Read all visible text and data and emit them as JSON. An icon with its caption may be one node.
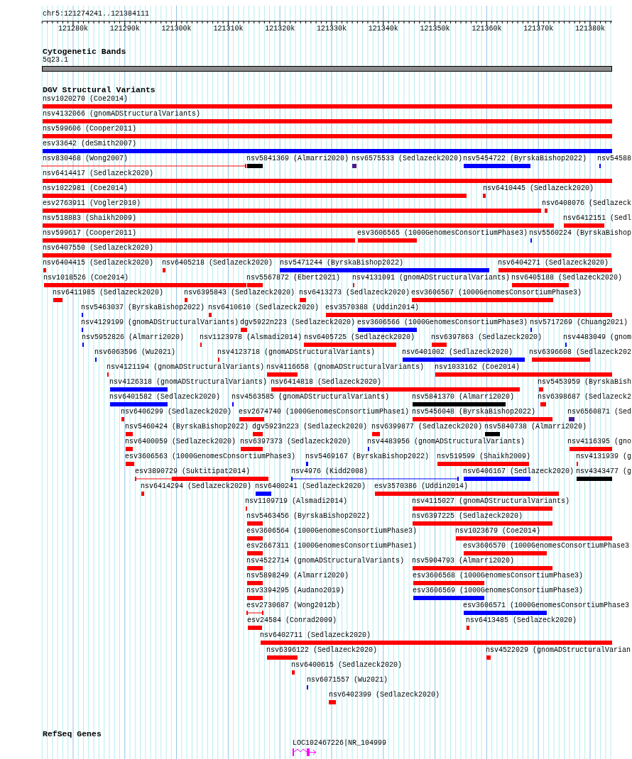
{
  "diagram": {
    "nodes": [
      {
        "text": [
          "5q23.1"
        ]
      },
      {
        "text": [
          "nsv1020270 (Coe2014)"
        ]
      },
      {
        "text": [
          "nsv4132066 (gnomADStructuralVariants)"
        ]
      },
      {
        "text": [
          "nsv599606 (Cooper2011)"
        ]
      },
      {
        "text": [
          "esv33642 (deSmith2007)"
        ]
      },
      {
        "text": [
          "nsv830468 (Wong2007)"
        ]
      },
      {
        "text": [
          "nsv5841369 (Almarri2020)"
        ]
      },
      {
        "text": [
          "nsv6575533 (Sedlazeck2020)"
        ]
      },
      {
        "text": [
          "nsv5454722 (ByrskaBishop2022)"
        ]
      },
      {
        "text": [
          "nsv54588"
        ]
      },
      {
        "text": [
          "nsv6414417 (Sedlazeck2020)"
        ]
      },
      {
        "text": [
          "nsv1022981 (Coe2014)"
        ]
      },
      {
        "text": [
          "nsv6410445 (Sedlazeck2020)"
        ]
      },
      {
        "text": [
          "esv2763911 (Vogler2010)"
        ]
      },
      {
        "text": [
          "nsv6408076 (Sedlazeck"
        ]
      },
      {
        "text": [
          "nsv518883 (Shaikh2009)"
        ]
      },
      {
        "text": [
          "nsv6412151 (Sedl"
        ]
      },
      {
        "text": [
          "nsv599617 (Cooper2011)"
        ]
      },
      {
        "text": [
          "esv3606565 (1000GenomesConsortiumPhase3)"
        ]
      },
      {
        "text": [
          "nsv5560224 (ByrskaBishop"
        ]
      },
      {
        "text": [
          "nsv6407550 (Sedlazeck2020)"
        ]
      },
      {
        "text": [
          "nsv6404415 (Sedlazeck2020)"
        ]
      },
      {
        "text": [
          "nsv6405218 (Sedlazeck2020)"
        ]
      },
      {
        "text": [
          "nsv5471244 (ByrskaBishop2022)"
        ]
      },
      {
        "text": [
          "nsv6404271 (Sedlazeck2020)"
        ]
      },
      {
        "text": [
          "nsv1018526 (Coe2014)"
        ]
      },
      {
        "text": [
          "nsv5567872 (Ebert2021)"
        ]
      },
      {
        "text": [
          "nsv4131091 (gnomADStructuralVariants)"
        ]
      },
      {
        "text": [
          "nsv6405188 (Sedlazeck2020)"
        ]
      },
      {
        "text": [
          "nsv6411985 (Sedlazeck2020)"
        ]
      },
      {
        "text": [
          "nsv6395843 (Sedlazeck2020)"
        ]
      },
      {
        "text": [
          "nsv6413273 (Sedlazeck2020)"
        ]
      },
      {
        "text": [
          "esv3606567 (1000GenomesConsortiumPhase3)"
        ]
      },
      {
        "text": [
          "nsv5463037 (ByrskaBishop2022)"
        ]
      },
      {
        "text": [
          "nsv6410610 (Sedlazeck2020)"
        ]
      },
      {
        "text": [
          "esv3570388 (Uddin2014)"
        ]
      },
      {
        "text": [
          "nsv4129199 (gnomADStructuralVariants)"
        ]
      },
      {
        "text": [
          "dgv5922n223 (Sedlazeck2020)"
        ]
      },
      {
        "text": [
          "esv3606566 (1000GenomesConsortiumPhase3)"
        ]
      },
      {
        "text": [
          "nsv5717269 (Chuang2021)"
        ]
      },
      {
        "text": [
          "nsv5952826 (Almarri2020)"
        ]
      },
      {
        "text": [
          "nsv1123978 (Alsmadi2014)"
        ]
      },
      {
        "text": [
          "nsv6405725 (Sedlazeck2020)"
        ]
      },
      {
        "text": [
          "nsv6397863 (Sedlazeck2020)"
        ]
      },
      {
        "text": [
          "nsv4483049 (gnom"
        ]
      },
      {
        "text": [
          "nsv6063596 (Wu2021)"
        ]
      },
      {
        "text": [
          "nsv4123718 (gnomADStructuralVariants)"
        ]
      },
      {
        "text": [
          "nsv6401002 (Sedlazeck2020)"
        ]
      },
      {
        "text": [
          "nsv6396608 (Sedlazeck202"
        ]
      },
      {
        "text": [
          "nsv4121194 (gnomADStructuralVariants)"
        ]
      },
      {
        "text": [
          "nsv4116658 (gnomADStructuralVariants)"
        ]
      },
      {
        "text": [
          "nsv1033162 (Coe2014)"
        ]
      },
      {
        "text": [
          "nsv4126318 (gnomADStructuralVariants)"
        ]
      },
      {
        "text": [
          "nsv6414818 (Sedlazeck2020)"
        ]
      },
      {
        "text": [
          "nsv5453959 (ByrskaBish"
        ]
      },
      {
        "text": [
          "nsv6401582 (Sedlazeck2020)"
        ]
      },
      {
        "text": [
          "nsv4563585 (gnomADStructuralVariants)"
        ]
      },
      {
        "text": [
          "nsv5841370 (Almarri2020)"
        ]
      },
      {
        "text": [
          "nsv6398687 (Sedlazeck2"
        ]
      },
      {
        "text": [
          "nsv6406299 (Sedlazeck2020)"
        ]
      },
      {
        "text": [
          "esv2674740 (1000GenomesConsortiumPhase1)"
        ]
      },
      {
        "text": [
          "nsv5456048 (ByrskaBishop2022)"
        ]
      },
      {
        "text": [
          "nsv6560871 (Sed"
        ]
      },
      {
        "text": [
          "nsv5460424 (ByrskaBishop2022)"
        ]
      },
      {
        "text": [
          "dgv5923n223 (Sedlazeck2020)"
        ]
      },
      {
        "text": [
          "nsv6399877 (Sedlazeck2020)"
        ]
      },
      {
        "text": [
          "nsv5840738 (Almarri2020)"
        ]
      },
      {
        "text": [
          "nsv6400059 (Sedlazeck2020)"
        ]
      },
      {
        "text": [
          "nsv6397373 (Sedlazeck2020)"
        ]
      },
      {
        "text": [
          "nsv4483956 (gnomADStructuralVariants)"
        ]
      },
      {
        "text": [
          "nsv4116395 (gno"
        ]
      },
      {
        "text": [
          "esv3606563 (1000GenomesConsortiumPhase3)"
        ]
      },
      {
        "text": [
          "nsv5469167 (ByrskaBishop2022)"
        ]
      },
      {
        "text": [
          "nsv519599 (Shaikh2009)"
        ]
      },
      {
        "text": [
          "nsv4131939 (g"
        ]
      },
      {
        "text": [
          "esv3890729 (Suktitipat2014)"
        ]
      },
      {
        "text": [
          "nsv4976 (Kidd2008)"
        ]
      },
      {
        "text": [
          "nsv6406167 (Sedlazeck2020)"
        ]
      },
      {
        "text": [
          "nsv4343477 (g"
        ]
      },
      {
        "text": [
          "nsv6414294 (Sedlazeck2020)"
        ]
      },
      {
        "text": [
          "nsv6400241 (Sedlazeck2020)"
        ]
      },
      {
        "text": [
          "esv3570386 (Uddin2014)"
        ]
      },
      {
        "text": [
          "nsv1109719 (Alsmadi2014)"
        ]
      },
      {
        "text": [
          "nsv4115027 (gnomADStructuralVariants)"
        ]
      },
      {
        "text": [
          "nsv5463456 (ByrskaBishop2022)"
        ]
      },
      {
        "text": [
          "nsv6397225 (Sedlazeck2020)"
        ]
      },
      {
        "text": [
          "esv3606564 (1000GenomesConsortiumPhase3)"
        ]
      },
      {
        "text": [
          "nsv1023679 (Coe2014)"
        ]
      },
      {
        "text": [
          "esv2667311 (1000GenomesConsortiumPhase1)"
        ]
      },
      {
        "text": [
          "esv3606570 (1000GenomesConsortiumPhase3"
        ]
      },
      {
        "text": [
          "nsv4522714 (gnomADStructuralVariants)"
        ]
      },
      {
        "text": [
          "nsv5904793 (Almarri2020)"
        ]
      },
      {
        "text": [
          "nsv5898249 (Almarri2020)"
        ]
      },
      {
        "text": [
          "esv3606568 (1000GenomesConsortiumPhase3)"
        ]
      },
      {
        "text": [
          "nsv3394295 (Audano2019)"
        ]
      },
      {
        "text": [
          "esv3606569 (1000GenomesConsortiumPhase3)"
        ]
      },
      {
        "text": [
          "esv2730687 (Wong2012b)"
        ]
      },
      {
        "text": [
          "esv3606571 (1000GenomesConsortiumPhase3"
        ]
      },
      {
        "text": [
          "esv24584 (Conrad2009)"
        ]
      },
      {
        "text": [
          "nsv6413485 (Sedlazeck2020)"
        ]
      },
      {
        "text": [
          "nsv6402711 (Sedlazeck2020)"
        ]
      },
      {
        "text": [
          "nsv6396122 (Sedlazeck2020)"
        ]
      },
      {
        "text": [
          "nsv4522029 (gnomADStructuralVarian"
        ]
      },
      {
        "text": [
          "nsv6400615 (Sedlazeck2020)"
        ]
      },
      {
        "text": [
          "nsv6071557 (Wu2021)"
        ]
      },
      {
        "text": [
          "nsv6402399 (Sedlazeck2020)"
        ]
      },
      {
        "text": [
          "LOC102467226|NR_104999"
        ]
      }
    ],
    "labels": [
      "chr5:121274241..121384111",
      "121280k",
      "121290k",
      "121300k",
      "121310k",
      "121320k",
      "121330k",
      "121340k",
      "121350k",
      "121360k",
      "121370k",
      "121380k",
      "Cytogenetic Bands",
      "DGV Structural Variants",
      "RefSeq Genes"
    ]
  }
}
